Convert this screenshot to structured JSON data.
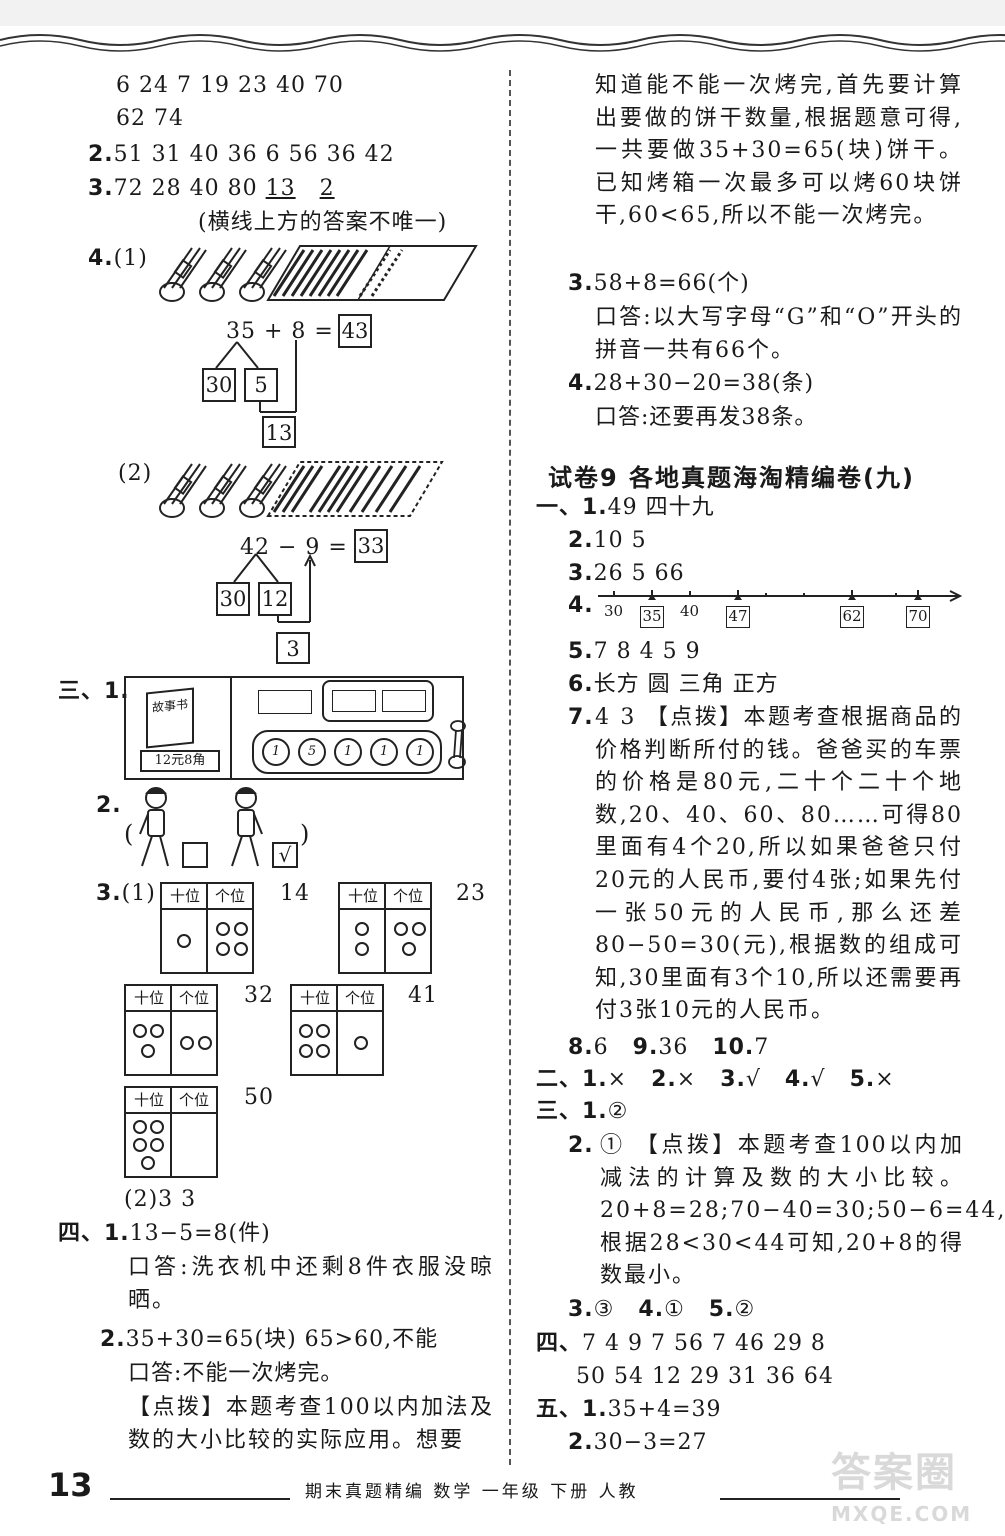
{
  "left": {
    "l1": "6   24   7   19   23   40   70",
    "l2": "62   74",
    "q2": {
      "num": "2.",
      "text": "51   31   40   36   6   56   36   42"
    },
    "q3": {
      "num": "3.",
      "pre": "72   28   40   80  ",
      "u1": "13",
      "u2": "2"
    },
    "q3note": "(横线上方的答案不唯一)",
    "q4": {
      "num": "4.",
      "p1": "(1)",
      "eq1": "35 + 8 =",
      "ans1": "43",
      "b1a": "30",
      "b1b": "5",
      "b1c": "13",
      "p2": "(2)",
      "eq2": "42 − 9 =",
      "ans2": "33",
      "b2a": "30",
      "b2b": "12",
      "b2c": "3"
    },
    "s3": {
      "num": "三、1.",
      "price": "12元8角",
      "book": "故事书",
      "coins": [
        "1",
        "5",
        "1",
        "1",
        "1"
      ],
      "q2num": "2.",
      "paren_l": "(",
      "paren_r": ")",
      "check": "√",
      "q3num": "3.",
      "p1": "(1)",
      "ten": "十位",
      "one": "个位",
      "v1": "14",
      "v2": "23",
      "v3": "32",
      "v4": "41",
      "v5": "50",
      "p2": "(2)3   3"
    },
    "s4": {
      "num": "四、1.",
      "eq": "13−5=8(件)",
      "ans": "口答:洗衣机中还剩8件衣服没晾晒。",
      "q2num": "2.",
      "eq2": "35+30=65(块)   65>60,不能",
      "ans2": "口答:不能一次烤完。",
      "tip": "【点拨】本题考查100以内加法及数的大小比较的实际应用。想要"
    }
  },
  "right": {
    "cont": "知道能不能一次烤完,首先要计算出要做的饼干数量,根据题意可得,一共要做35+30=65(块)饼干。已知烤箱一次最多可以烤60块饼干,60<65,所以不能一次烤完。",
    "q3": {
      "num": "3.",
      "eq": "58+8=66(个)",
      "ans": "口答:以大写字母“G”和“O”开头的拼音一共有66个。"
    },
    "q4": {
      "num": "4.",
      "eq": "28+30−20=38(条)",
      "ans": "口答:还要再发38条。"
    },
    "title": "试卷9   各地真题海淘精编卷(九)",
    "s1": [
      {
        "num": "一、1.",
        "text": "49   四十九"
      },
      {
        "num": "2.",
        "text": "10   5"
      },
      {
        "num": "3.",
        "text": "26   5   66"
      }
    ],
    "numline": {
      "num": "4.",
      "labels": [
        "30",
        "35",
        "40",
        "47",
        "62",
        "70"
      ]
    },
    "s1b": [
      {
        "num": "5.",
        "text": "7   8   4   5   9"
      },
      {
        "num": "6.",
        "text": "长方   圆   三角   正方"
      }
    ],
    "q7": {
      "num": "7.",
      "text": "4   3  【点拨】本题考查根据商品的价格判断所付的钱。爸爸买的车票的价格是80元,二十个二十个地数,20、40、60、80……可得80里面有4个20,所以如果爸爸只付20元的人民币,要付4张;如果先付一张50元的人民币,那么还差80−50=30(元),根据数的组成可知,30里面有3个10,所以还需要再付3张10元的人民币。"
    },
    "q8": {
      "a": "8.",
      "av": "6",
      "b": "9.",
      "bv": "36",
      "c": "10.",
      "cv": "7"
    },
    "s2": {
      "num": "二、1.",
      "v1": "×",
      "n2": "2.",
      "v2": "×",
      "n3": "3.",
      "v3": "√",
      "n4": "4.",
      "v4": "√",
      "n5": "5.",
      "v5": "×"
    },
    "s3": {
      "num": "三、1.",
      "v1": "②",
      "q2": {
        "num": "2.",
        "text": "①  【点拨】本题考查100以内加减法的计算及数的大小比较。20+8=28;70−40=30;50−6=44,根据28<30<44可知,20+8的得数最小。"
      },
      "q3": {
        "n3": "3.",
        "v3": "③",
        "n4": "4.",
        "v4": "①",
        "n5": "5.",
        "v5": "②"
      }
    },
    "s4": {
      "num": "四、",
      "row1": "7   4   9   7   56   7   46   29   8",
      "row2": "50   54   12   29   31   36   64"
    },
    "s5": {
      "num": "五、1.",
      "eq1": "35+4=39",
      "num2": "2.",
      "eq2": "30−3=27"
    }
  },
  "footer": {
    "page": "13",
    "text": "期末真题精编   数学   一年级   下册   人教"
  },
  "watermark": {
    "top": "答案圈",
    "bottom": "MXQE.COM"
  }
}
